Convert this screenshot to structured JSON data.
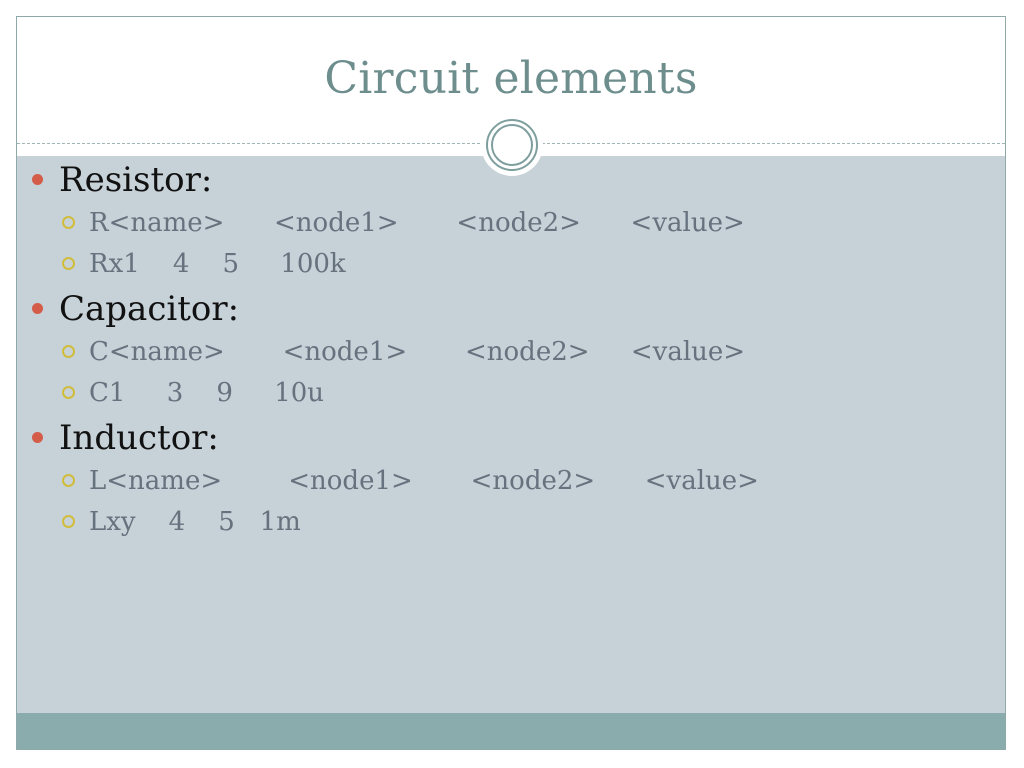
{
  "slide": {
    "title": "Circuit elements"
  },
  "bullets": [
    {
      "label": "Resistor:",
      "sub": [
        "R<name>      <node1>       <node2>      <value>",
        "Rx1    4    5     100k"
      ]
    },
    {
      "label": "Capacitor:",
      "sub": [
        "C<name>       <node1>       <node2>     <value>",
        "C1     3    9     10u"
      ]
    },
    {
      "label": "Inductor:",
      "sub": [
        "L<name>        <node1>       <node2>      <value>",
        "Lxy    4    5   1m"
      ]
    }
  ],
  "colors": {
    "title": "#6e8e8e",
    "content_background": "#c6d1d8",
    "footer_band": "#8aacad",
    "level1_bullet": "#d45d4a",
    "level2_bullet": "#d1bd3c",
    "level1_text": "#111111",
    "level2_text": "#66727e"
  },
  "icons": {
    "ornament": "double-ring-circle-icon",
    "level1_bullet": "filled-dot-icon",
    "level2_bullet": "hollow-ring-icon"
  }
}
